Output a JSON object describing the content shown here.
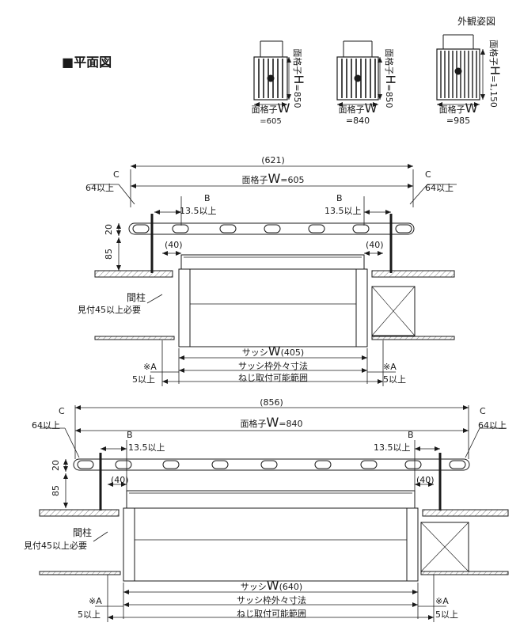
{
  "header": {
    "title": "■平面図",
    "appearance_label": "外観姿図"
  },
  "elevations": [
    {
      "w_label_prefix": "面格子",
      "w_sym": "W",
      "w_value": "=605",
      "h_label_prefix": "面格子",
      "h_sym": "H",
      "h_value": "=850"
    },
    {
      "w_label_prefix": "面格子",
      "w_sym": "W",
      "w_value": "=840",
      "h_label_prefix": "面格子",
      "h_sym": "H",
      "h_value": "=850"
    },
    {
      "w_label_prefix": "面格子",
      "w_sym": "W",
      "w_value": "=985",
      "h_label_prefix": "面格子",
      "h_sym": "H",
      "h_value": "=1,150"
    }
  ],
  "plans": [
    {
      "overall": "(621)",
      "grille_prefix": "面格子",
      "grille_sym": "W",
      "grille_value": "=605",
      "c_label": "C",
      "c_value": "64以上",
      "b_label": "B",
      "b_value": "13.5以上",
      "dim_20": "20",
      "dim_85": "85",
      "dim_40": "(40)",
      "post_label": "間柱",
      "post_note": "見付45以上必要",
      "sash_prefix": "サッシ",
      "sash_sym": "W",
      "sash_value": "(405)",
      "sash_outer": "サッシ枠外々寸法",
      "screw_range": "ねじ取付可能範囲",
      "a_label": "※A",
      "a_value": "5以上"
    },
    {
      "overall": "(856)",
      "grille_prefix": "面格子",
      "grille_sym": "W",
      "grille_value": "=840",
      "c_label": "C",
      "c_value": "64以上",
      "b_label": "B",
      "b_value": "13.5以上",
      "dim_20": "20",
      "dim_85": "85",
      "dim_40": "(40)",
      "post_label": "間柱",
      "post_note": "見付45以上必要",
      "sash_prefix": "サッシ",
      "sash_sym": "W",
      "sash_value": "(640)",
      "sash_outer": "サッシ枠外々寸法",
      "screw_range": "ねじ取付可能範囲",
      "a_label": "※A",
      "a_value": "5以上"
    }
  ]
}
